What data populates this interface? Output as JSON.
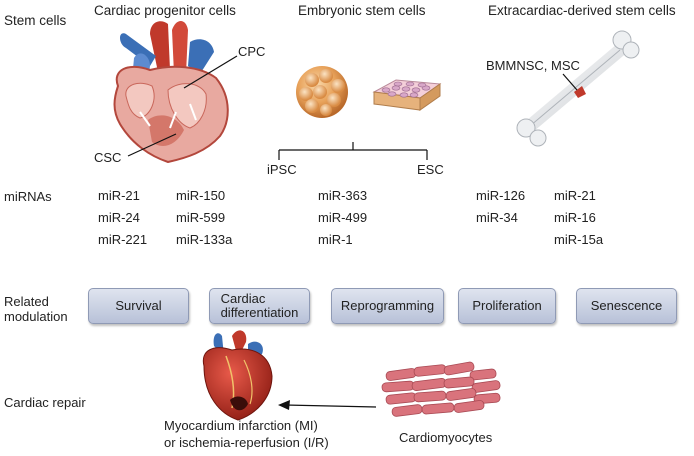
{
  "rows": {
    "stem_cells": "Stem cells",
    "mirnas": "miRNAs",
    "related_1": "Related",
    "related_2": "modulation",
    "cardiac_repair": "Cardiac repair"
  },
  "columns": {
    "cpc": {
      "title": "Cardiac progenitor cells",
      "label_cpc": "CPC",
      "label_csc": "CSC"
    },
    "esc": {
      "title": "Embryonic stem cells",
      "label_ipsc": "iPSC",
      "label_esc": "ESC"
    },
    "extra": {
      "title": "Extracardiac-derived stem cells",
      "label": "BMMNSC, MSC"
    }
  },
  "mirnas": {
    "cpc_col1": [
      "miR-21",
      "miR-24",
      "miR-221"
    ],
    "cpc_col2": [
      "miR-150",
      "miR-599",
      "miR-133a"
    ],
    "esc_col": [
      "miR-363",
      "miR-499",
      "miR-1"
    ],
    "extra_col1": [
      "miR-126",
      "miR-34"
    ],
    "extra_col2": [
      "miR-21",
      "miR-16",
      "miR-15a"
    ]
  },
  "modulation": {
    "survival": "Survival",
    "differentiation_1": "Cardiac",
    "differentiation_2": "differentiation",
    "reprogramming": "Reprogramming",
    "proliferation": "Proliferation",
    "senescence": "Senescence"
  },
  "repair": {
    "mi_1": "Myocardium infarction (MI)",
    "mi_2": "or ischemia-reperfusion (I/R)",
    "cardiomyocytes": "Cardiomyocytes"
  },
  "colors": {
    "box_fill_top": "#dfe4ef",
    "box_fill_bottom": "#b8c1d8",
    "heart_red": "#c0392b",
    "heart_pink": "#e8a9a0",
    "vessel_blue": "#3b6fb6",
    "embryo_orange": "#e8a25a",
    "cardiomyocyte_red": "#d9737c"
  }
}
